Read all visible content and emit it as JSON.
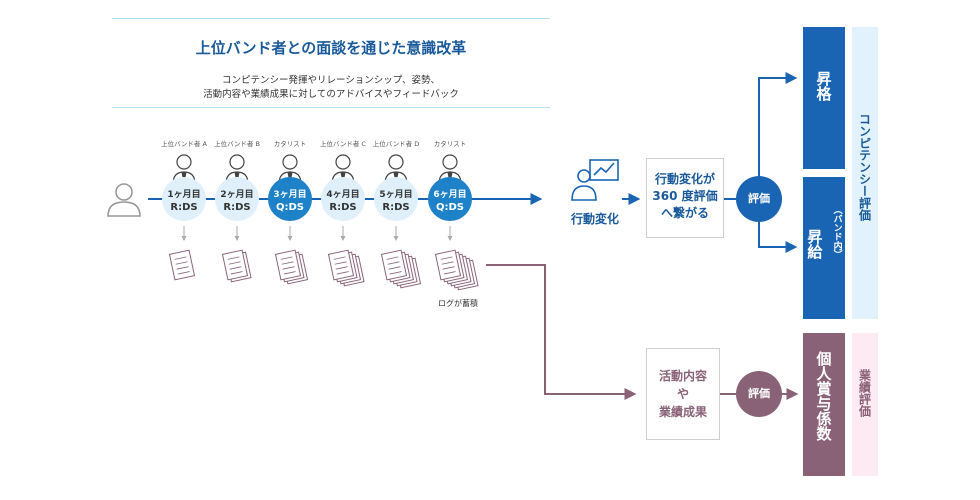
{
  "header": {
    "title": "上位バンド者との面談を通じた意識改革",
    "subtitle_line1": "コンピテンシー発揮やリレーションシップ、姿勢、",
    "subtitle_line2": "活動内容や業績成果に対してのアドバイスやフィードバック"
  },
  "timeline": [
    {
      "person": "上位バンド者 A",
      "month": "1ヶ月目",
      "type": "R:DS",
      "highlight": false
    },
    {
      "person": "上位バンド者 B",
      "month": "2ヶ月目",
      "type": "R:DS",
      "highlight": false
    },
    {
      "person": "カタリスト",
      "month": "3ヶ月目",
      "type": "Q:DS",
      "highlight": true
    },
    {
      "person": "上位バンド者 C",
      "month": "4ヶ月目",
      "type": "R:DS",
      "highlight": false
    },
    {
      "person": "上位バンド者 D",
      "month": "5ヶ月目",
      "type": "R:DS",
      "highlight": false
    },
    {
      "person": "カタリスト",
      "month": "6ヶ月目",
      "type": "Q:DS",
      "highlight": true
    }
  ],
  "log_label": "ログが蓄積",
  "behavior_label": "行動変化",
  "upper_box": {
    "line1": "行動変化が",
    "line2": "360 度評価",
    "line3": "へ繋がる"
  },
  "lower_box": {
    "line1": "活動内容",
    "line2": "や",
    "line3": "業績成果"
  },
  "eval_label": "評価",
  "promotion": "昇格",
  "raise": "昇給",
  "raise_note": "（バンド内）",
  "bonus": "個人賞与係数",
  "competency_eval": "コンピテンシー評価",
  "performance_eval": "業績評価",
  "colors": {
    "blue": "#1a64b4",
    "light_blue": "#dff0fa",
    "highlight_blue": "#1e82c8",
    "purple": "#8a6278",
    "light_purple": "#fdeaf3",
    "side_blue_bg": "#e2f2fc"
  }
}
